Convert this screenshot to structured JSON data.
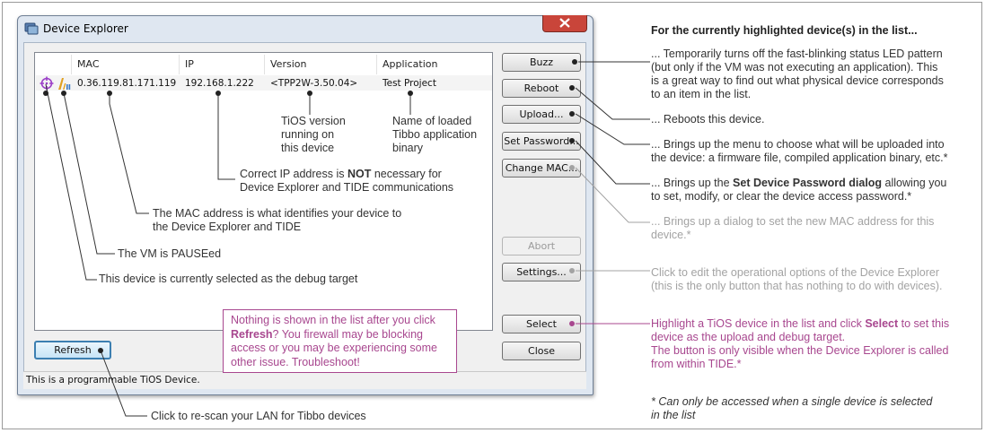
{
  "window": {
    "title": "Device Explorer"
  },
  "list": {
    "columns": [
      "MAC",
      "IP",
      "Version",
      "Application"
    ],
    "rows": [
      {
        "mac": "0.36.119.81.171.119",
        "ip": "192.168.1.222",
        "version": "<TPP2W-3.50.04>",
        "application": "Test Project"
      }
    ]
  },
  "buttons": {
    "buzz": "Buzz",
    "reboot": "Reboot",
    "upload": "Upload...",
    "set_password": "Set Password...",
    "change_mac": "Change MAC...",
    "abort": "Abort",
    "settings": "Settings...",
    "select": "Select",
    "close": "Close",
    "refresh": "Refresh"
  },
  "status_bar": "This is a programmable TiOS Device.",
  "annotations": {
    "version_note": [
      "TiOS version",
      "running on",
      "this device"
    ],
    "app_note": [
      "Name of loaded",
      "Tibbo application",
      "binary"
    ],
    "ip_note": {
      "before": "Correct IP address is ",
      "bold": "NOT",
      "after": " necessary for",
      "line2": "Device Explorer and TIDE communications"
    },
    "mac_note": [
      "The MAC address is what identifies your device to",
      "the Device Explorer and TIDE"
    ],
    "vm_note": "The VM is PAUSEed",
    "debug_note": "This device is currently selected as the debug target",
    "refresh_note": "Click to re-scan your LAN for Tibbo devices",
    "callout": {
      "p1": "Nothing is shown in the list after you click ",
      "bold": "Refresh",
      "p2": "? You firewall may be blocking access or you may be experiencing some other issue. Troubleshoot!"
    }
  },
  "right_panel": {
    "heading": "For the currently highlighted device(s) in the list...",
    "buzz_desc": [
      "... Temporarily turns off the fast-blinking status LED pattern",
      "(but only if the VM was not executing an application). This",
      "is a great way to find out what physical device corresponds",
      "to an item in the list."
    ],
    "reboot_desc": "... Reboots this device.",
    "upload_desc": [
      "... Brings up the menu to choose what will be uploaded into",
      "the device: a firmware file, compiled application binary, etc.*"
    ],
    "password_desc": {
      "before": "... Brings up the ",
      "bold": "Set Device Password dialog",
      "after": " allowing you",
      "line2": "to set, modify, or clear the device access password.*"
    },
    "mac_desc": [
      "... Brings up a dialog to set the new MAC address for this",
      "device.*"
    ],
    "settings_desc": [
      "Click to edit the operational options of the Device Explorer",
      "(this is the only button that has nothing to do with devices)."
    ],
    "select_desc": {
      "before": "Highlight a TiOS device in the list and click ",
      "bold": "Select",
      "after": " to set this",
      "line2": "device as the upload and debug target.",
      "line3": "The button is only visible when the Device Explorer is called",
      "line4": "from within TIDE.*"
    },
    "footnote": [
      "* Can only be accessed when a single device is selected",
      "in the list"
    ]
  },
  "colors": {
    "accent": "#a8478f",
    "muted": "#a3a3a3",
    "line": "#333333"
  }
}
